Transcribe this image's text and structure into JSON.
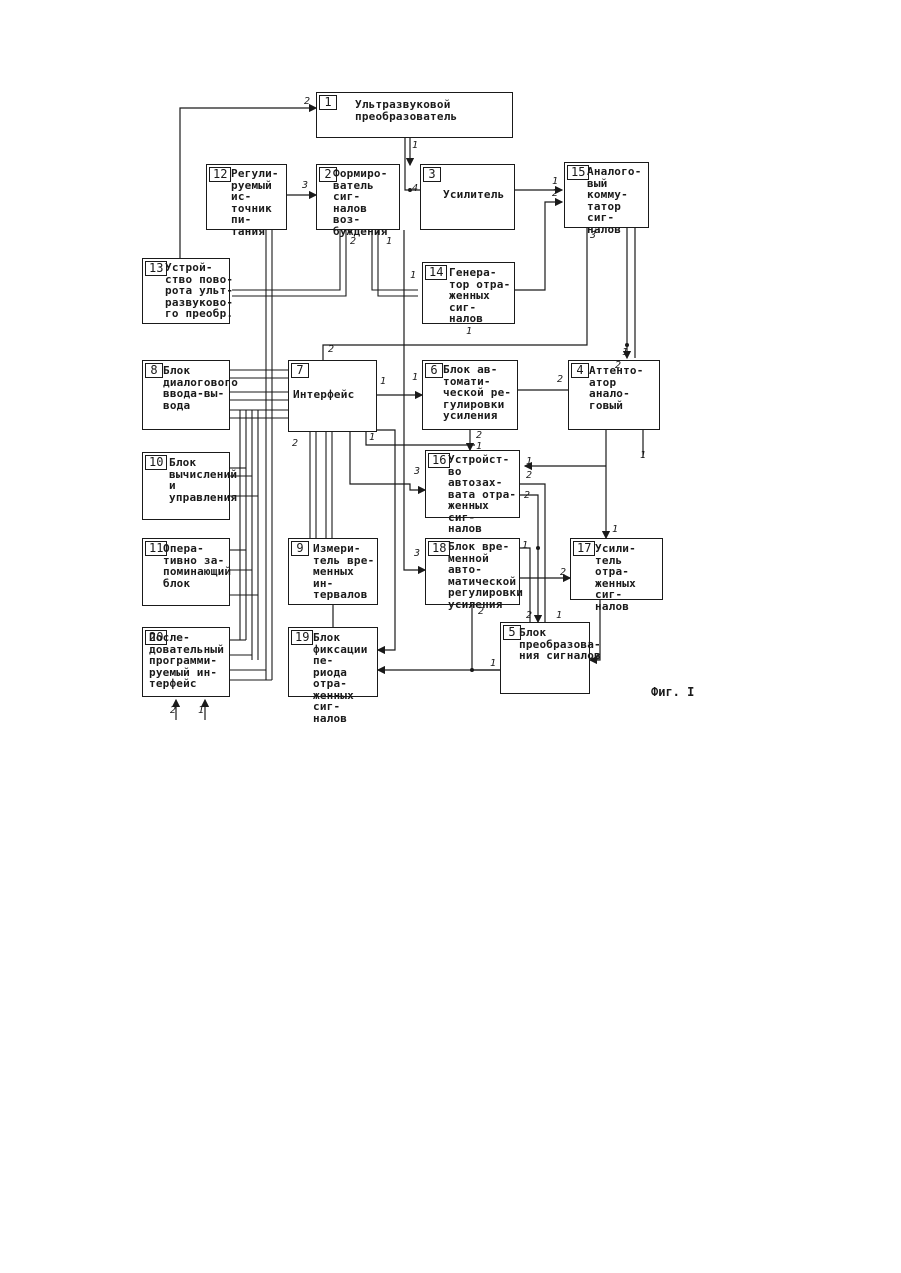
{
  "blocks": [
    {
      "id": "b1",
      "num": "1",
      "label": "Ультразвуковой\nпреобразователь"
    },
    {
      "id": "b12",
      "num": "12",
      "label": "Регули-\nруемый ис-\nточник пи-\nтания"
    },
    {
      "id": "b2",
      "num": "2",
      "label": "Формиро-\nватель сиг-\nналов воз-\nбуждения"
    },
    {
      "id": "b3",
      "num": "3",
      "label": "Усилитель"
    },
    {
      "id": "b15",
      "num": "15",
      "label": "Аналого-\nвый комму-\nтатор сиг-\nналов"
    },
    {
      "id": "b13",
      "num": "13",
      "label": "Устрой-\nство пово-\nрота ульт-\nразвуково-\nго преобр."
    },
    {
      "id": "b14",
      "num": "14",
      "label": "Генера-\nтор отра-\nженных сиг-\nналов"
    },
    {
      "id": "b8",
      "num": "8",
      "label": "Блок\nдиалогового\nввода-вы-\nвода"
    },
    {
      "id": "b7",
      "num": "7",
      "label": "Интерфейс"
    },
    {
      "id": "b6",
      "num": "6",
      "label": "Блок ав-\nтомати-\nческой ре-\nгулировки\nусиления"
    },
    {
      "id": "b4",
      "num": "4",
      "label": "Аттенто-\nатор анало-\nговый"
    },
    {
      "id": "b10",
      "num": "10",
      "label": "Блок\nвычислений\nи\nуправления"
    },
    {
      "id": "b16",
      "num": "16",
      "label": "Устройст-\nво автозах-\nвата отра-\nженных сиг-\nналов"
    },
    {
      "id": "b11",
      "num": "11",
      "label": "Опера-\nтивно за-\nпоминающий\nблок"
    },
    {
      "id": "b9",
      "num": "9",
      "label": "Измери-\nтель вре-\nменных ин-\nтервалов"
    },
    {
      "id": "b18",
      "num": "18",
      "label": "Блок вре-\nменной авто-\nматической\nрегулировки\nусиления"
    },
    {
      "id": "b17",
      "num": "17",
      "label": "Усили-\nтель отра-\nженных сиг-\nналов"
    },
    {
      "id": "b20",
      "num": "20",
      "label": "После-\nдовательный\nпрограмми-\nруемый ин-\nтерфейс"
    },
    {
      "id": "b19",
      "num": "19",
      "label": "Блок\nфиксации пе-\nриода отра-\nженных сиг-\nналов"
    },
    {
      "id": "b5",
      "num": "5",
      "label": "Блок\nпреобразова-\nния сигналов"
    }
  ],
  "pins": [
    "2",
    "1",
    "4",
    "3",
    "1",
    "2",
    "1",
    "2",
    "3",
    "2",
    "1",
    "1",
    "2",
    "1",
    "1",
    "2",
    "1",
    "1",
    "2",
    "1",
    "2",
    "1",
    "2",
    "1",
    "3",
    "3",
    "1",
    "2",
    "2",
    "1",
    "2",
    "2",
    "1",
    "1",
    "2",
    "1",
    "1"
  ],
  "figure_caption": "Фиг. I"
}
